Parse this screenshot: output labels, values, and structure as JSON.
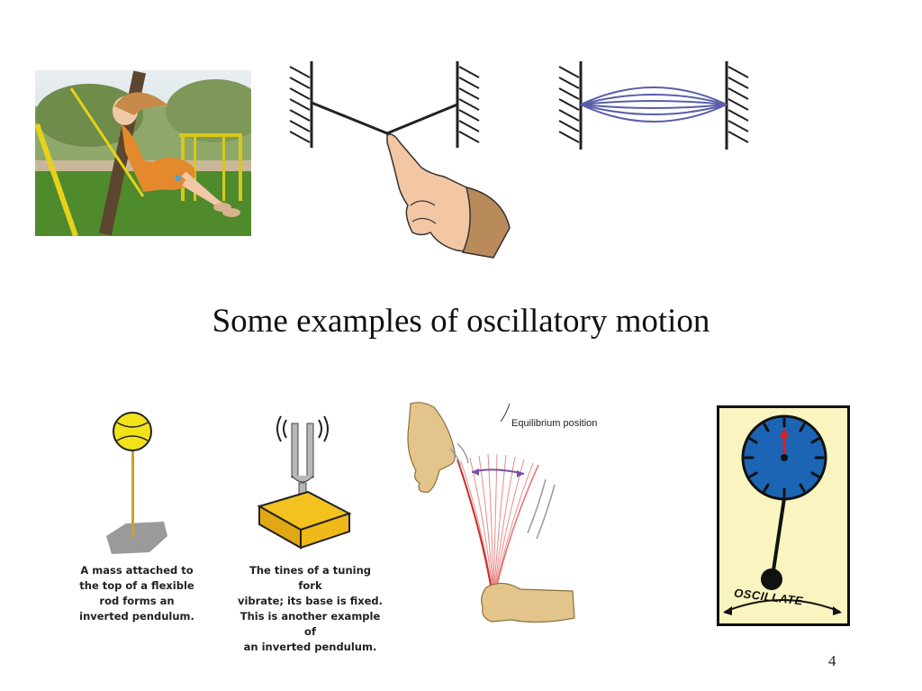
{
  "slide": {
    "title": "Some examples of oscillatory motion",
    "page_number": "4"
  },
  "figures": {
    "inverted_pendulum_caption": "A mass attached to\nthe top of a flexible\nrod forms an\ninverted pendulum.",
    "tuning_fork_caption": "The tines of a tuning fork\nvibrate; its base is fixed.\nThis is another example of\nan inverted pendulum.",
    "ruler_label": "Equilibrium position",
    "clock_label": "OSCILLATE"
  },
  "colors": {
    "title_text": "#111111",
    "string": "#5a5fa8",
    "ball": "#f2e21a",
    "fork_base": "#f3c21f",
    "clock_face": "#1c64b4",
    "clock_panel": "#faf4c0",
    "ruler_arc": "#7b4fa8"
  },
  "icons": [
    "swing-photo",
    "plucked-string-illustration",
    "vibrating-string-illustration",
    "inverted-pendulum-illustration",
    "tuning-fork-illustration",
    "vibrating-ruler-illustration",
    "pendulum-clock-illustration"
  ]
}
